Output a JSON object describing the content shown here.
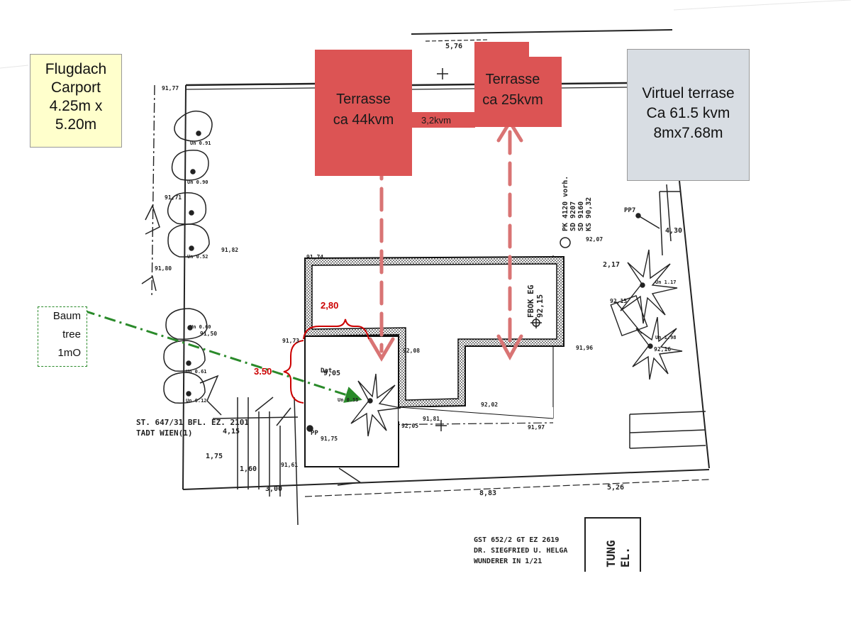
{
  "labels": {
    "carport": [
      "Flugdach",
      "Carport",
      "4.25m x",
      "5.20m"
    ],
    "terrasse_44": [
      "Terrasse",
      "ca 44kvm"
    ],
    "terrasse_25": [
      "Terrasse",
      "ca 25kvm"
    ],
    "bridge": "3,2kvm",
    "virtuel": [
      "Virtuel terrase",
      "Ca 61.5 kvm",
      "8mx7.68m"
    ],
    "baum": [
      "Baum",
      "tree",
      "1mO"
    ]
  },
  "dimensions": {
    "width_label": "2,80",
    "height_label": "3.50"
  },
  "scan_text": {
    "fbok": [
      "FBOK EG",
      "92,15"
    ],
    "pk": [
      "PK 4120 vorh.",
      "SD 9207",
      "SD 9160",
      "KS 90,32"
    ],
    "plot_left": [
      "ST. 647/31 BFL. EZ. 2101",
      "TADT WIEN(1)"
    ],
    "plot_bottom": [
      "GST 652/2 GT EZ 2619",
      "DR. SIEGFRIED U. HELGA",
      "WUNDERER IN 1/21"
    ],
    "tung": [
      "TUNG",
      "EL."
    ],
    "elevations": [
      "91,74",
      "91,71",
      "91,82",
      "91,80",
      "91,77",
      "91,50",
      "91,73",
      "91,75",
      "91,81",
      "92,02",
      "91,97",
      "92,07",
      "92,08",
      "91,96",
      "92,15",
      "92,16",
      "91,61",
      "92,05"
    ],
    "tree_codes": [
      "Un 0.91",
      "Un 0.90",
      "Un 0.52",
      "Un 0.60",
      "Un 0.61",
      "Un 0.12",
      "Un 0.55",
      "Un 1.17",
      "Un 1.98"
    ],
    "offsets": [
      "4,15",
      "1,75",
      "1,60",
      "3,00",
      "4,30",
      "2,17",
      "5,26",
      "8,83",
      "5,76",
      "9,05"
    ],
    "markers": [
      "PP",
      "PP7",
      "Dat"
    ]
  },
  "colors": {
    "terrace_fill": "#dc5454",
    "arrow": "#d97474",
    "baum_line": "#2a8a2a",
    "dimension": "#cc0000",
    "carport_fill": "#ffffcc",
    "virtuel_fill": "#d8dde3"
  }
}
